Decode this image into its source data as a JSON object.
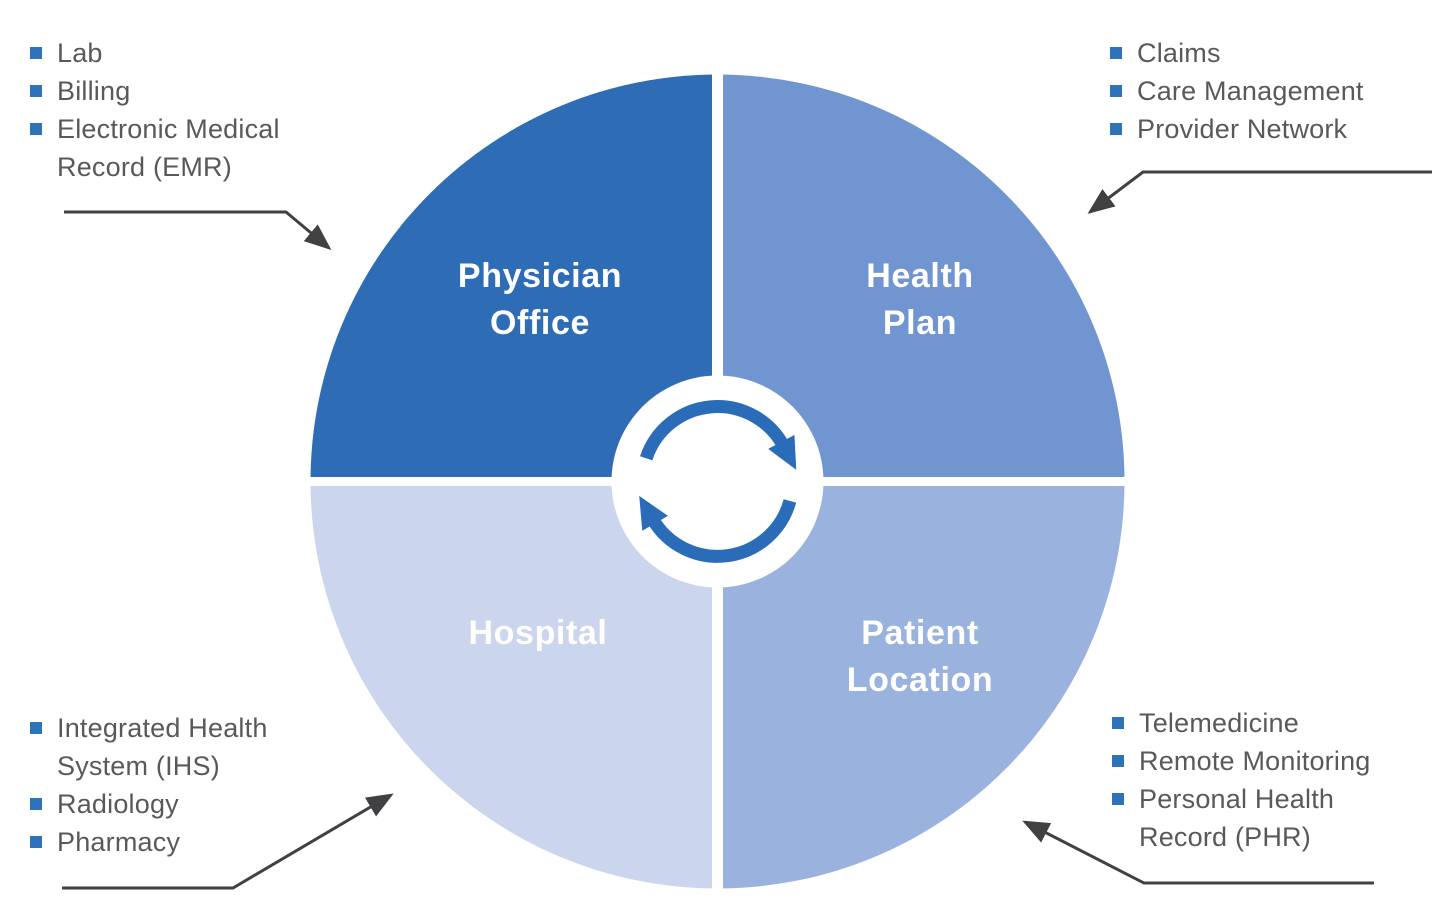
{
  "quadrant_labels": {
    "physician_office": {
      "line1": "Physician",
      "line2": "Office"
    },
    "health_plan": {
      "line1": "Health",
      "line2": "Plan"
    },
    "hospital": {
      "line1": "Hospital",
      "line2": ""
    },
    "patient_location": {
      "line1": "Patient",
      "line2": "Location"
    }
  },
  "corner_lists": {
    "physician_office": {
      "items": [
        "Lab",
        "Billing",
        "Electronic Medical Record (EMR)"
      ]
    },
    "health_plan": {
      "items": [
        "Claims",
        "Care Management",
        "Provider Network"
      ]
    },
    "hospital": {
      "items": [
        "Integrated Health System (IHS)",
        "Radiology",
        "Pharmacy"
      ]
    },
    "patient_location": {
      "items": [
        "Telemedicine",
        "Remote Monitoring",
        "Personal Health Record (PHR)"
      ]
    }
  },
  "center_icon": "sync-cycle-arrows-icon",
  "colors": {
    "physician_office": "#2E6CB5",
    "health_plan": "#7195D0",
    "hospital": "#CBD6EE",
    "patient_location": "#99B2DE",
    "cycle_icon": "#2B6CB9",
    "bullet": "#2E72BA",
    "list_text": "#58595B",
    "arrow": "#414042",
    "label_text": "#FFFFFF"
  }
}
